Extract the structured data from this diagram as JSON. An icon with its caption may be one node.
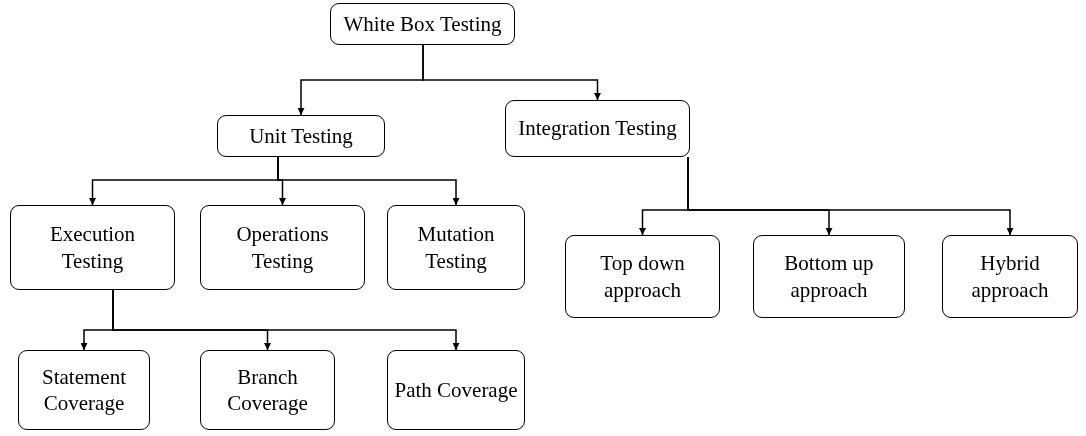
{
  "diagram": {
    "nodes": [
      {
        "text": [
          "White Box Testing"
        ]
      },
      {
        "text": [
          "Unit Testing"
        ]
      },
      {
        "text": [
          "Integration Testing"
        ]
      },
      {
        "text": [
          "Execution Testing"
        ]
      },
      {
        "text": [
          "Operations Testing"
        ]
      },
      {
        "text": [
          "Mutation Testing"
        ]
      },
      {
        "text": [
          "Top down approach"
        ]
      },
      {
        "text": [
          "Bottom up approach"
        ]
      },
      {
        "text": [
          "Hybrid approach"
        ]
      },
      {
        "text": [
          "Statement Coverage"
        ]
      },
      {
        "text": [
          "Branch Coverage"
        ]
      },
      {
        "text": [
          "Path Coverage"
        ]
      }
    ],
    "edges": [
      {
        "from": 0,
        "to": 1,
        "arrow": "to"
      },
      {
        "from": 0,
        "to": 2,
        "arrow": "to"
      },
      {
        "from": 1,
        "to": 3,
        "arrow": "to"
      },
      {
        "from": 1,
        "to": 4,
        "arrow": "to"
      },
      {
        "from": 1,
        "to": 5,
        "arrow": "to"
      },
      {
        "from": 2,
        "to": 6,
        "arrow": "to"
      },
      {
        "from": 2,
        "to": 7,
        "arrow": "to"
      },
      {
        "from": 2,
        "to": 8,
        "arrow": "to"
      },
      {
        "from": 3,
        "to": 9,
        "arrow": "to"
      },
      {
        "from": 3,
        "to": 10,
        "arrow": "to"
      },
      {
        "from": 3,
        "to": 11,
        "arrow": "to"
      }
    ]
  }
}
